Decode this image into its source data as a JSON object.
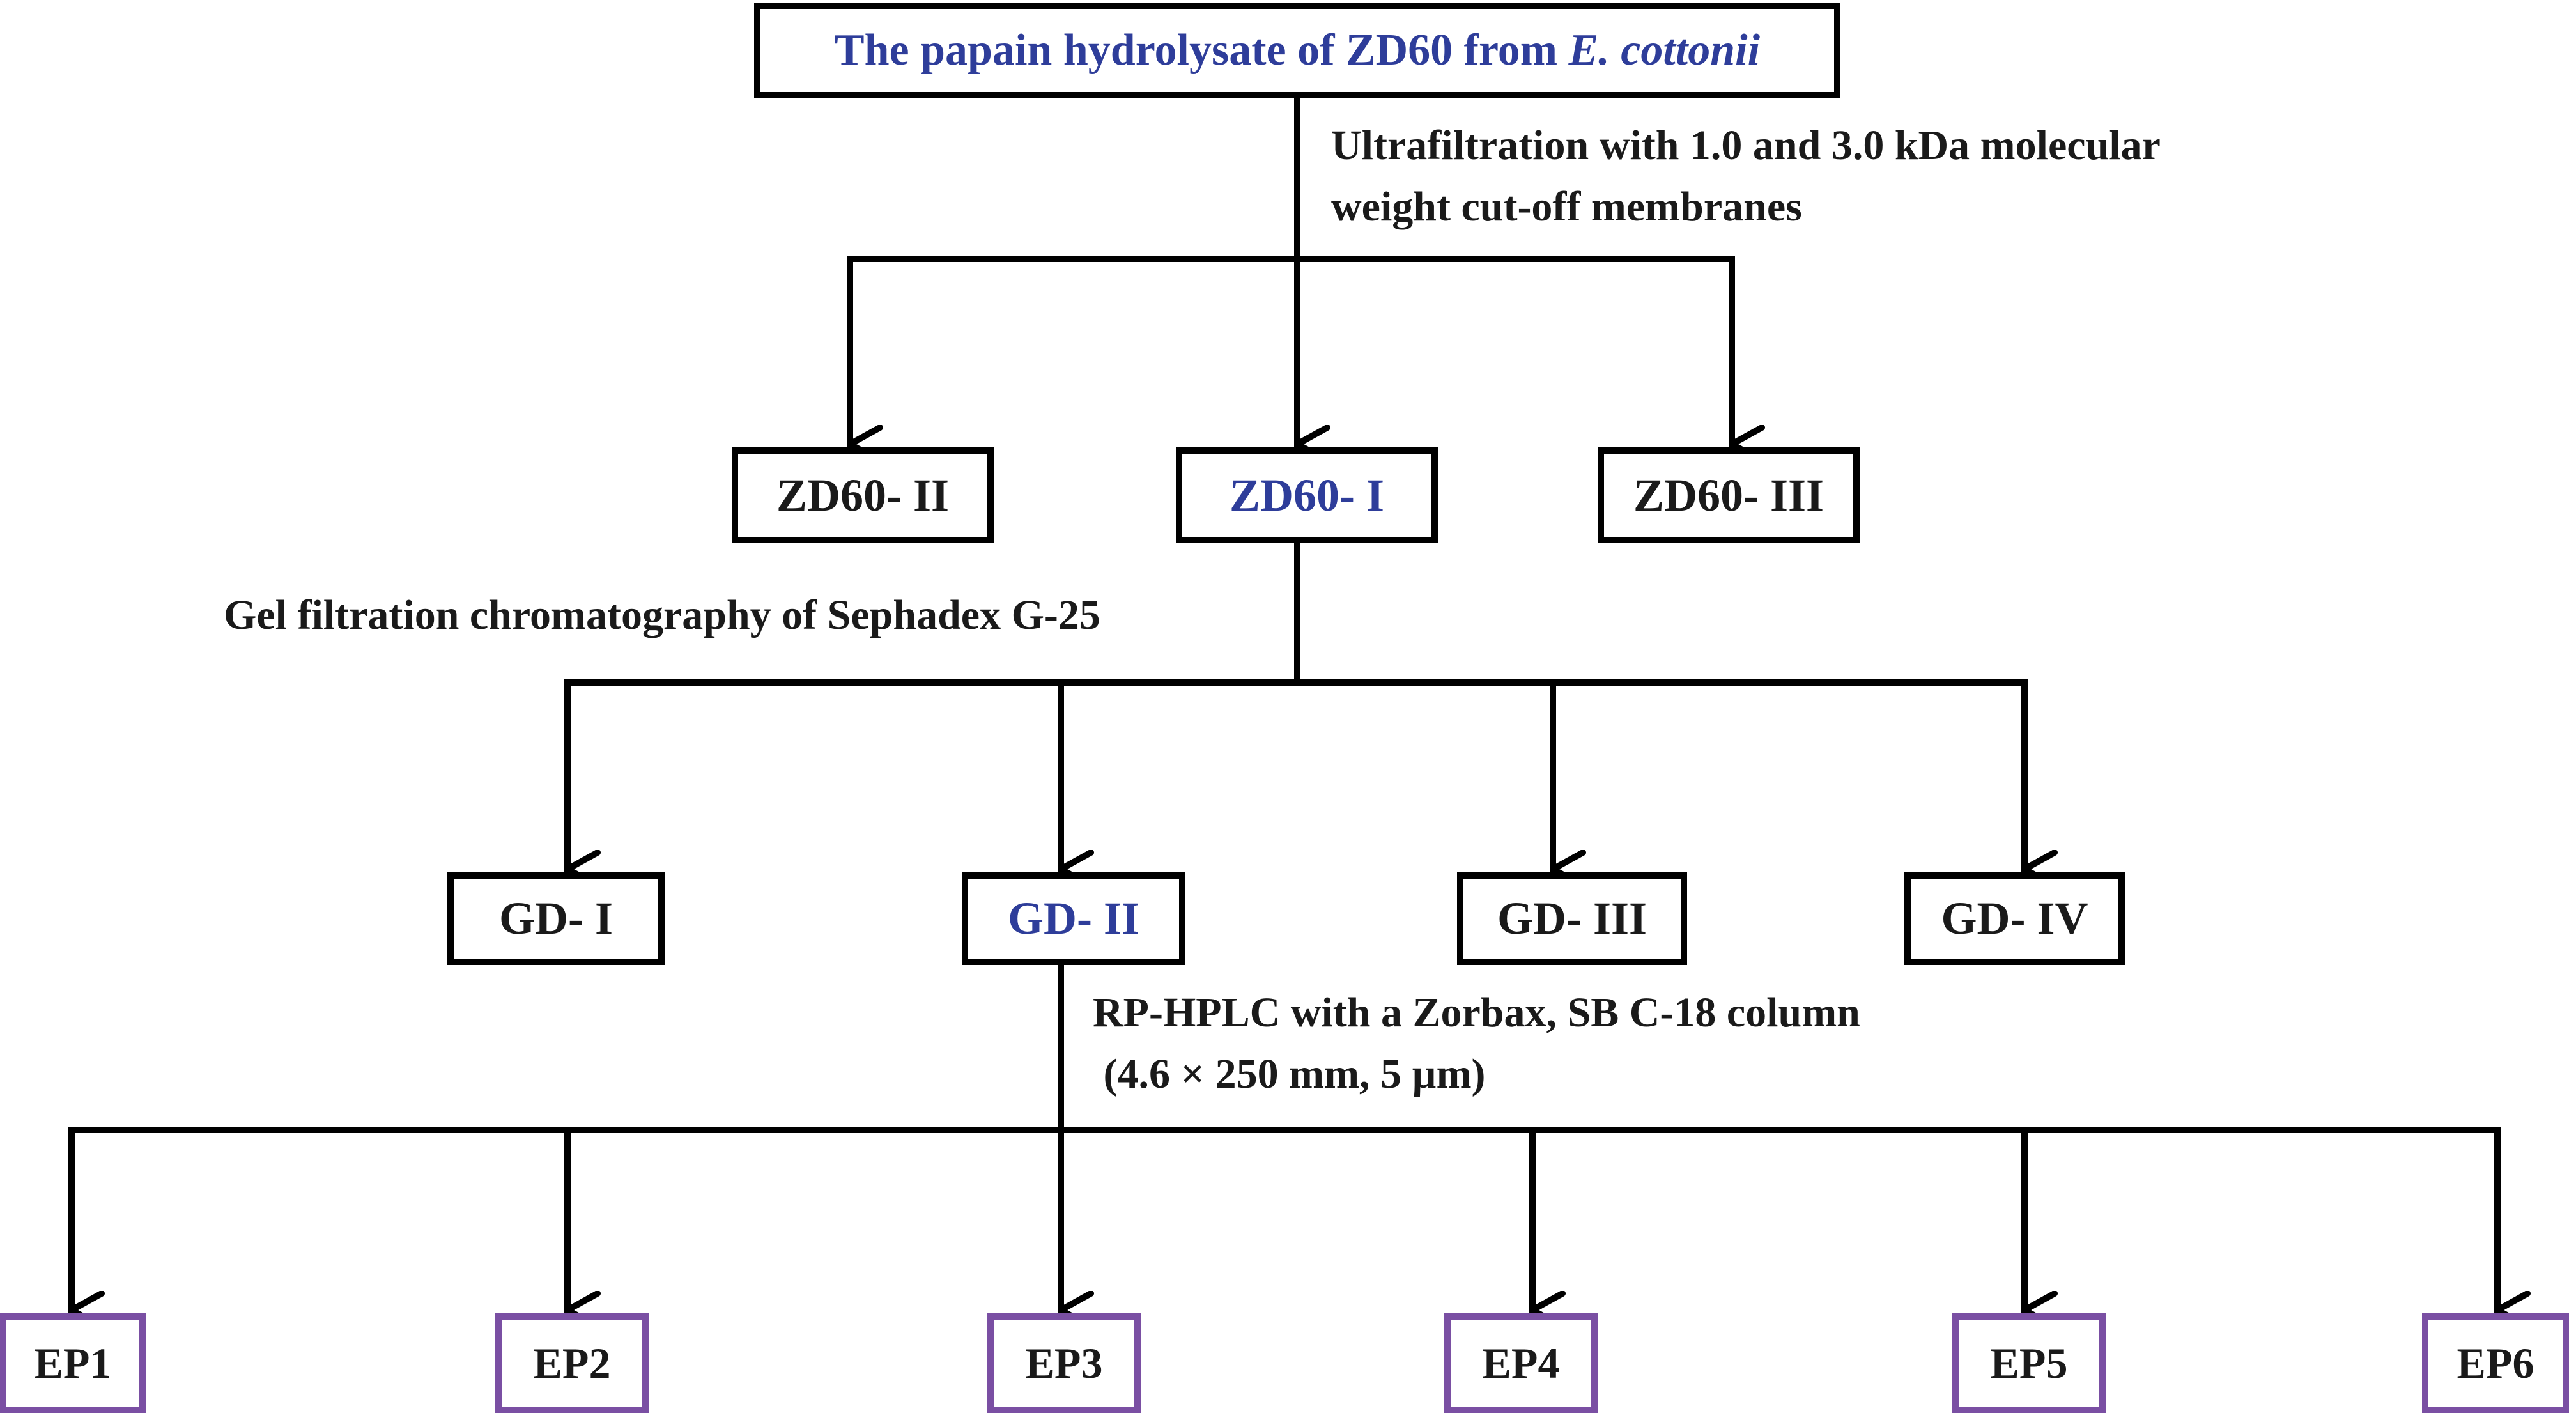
{
  "colors": {
    "line": "#000000",
    "highlight_text": "#2e3d9a",
    "text": "#1a1a1a",
    "ep_border": "#7a4fa3"
  },
  "root": {
    "label": "The papain hydrolysate of ZD60 from ",
    "species": "E. cottonii"
  },
  "steps": {
    "ultrafiltration": {
      "line1": "Ultrafiltration with 1.0 and 3.0 kDa molecular",
      "line2": "weight cut-off membranes"
    },
    "gel_filtration": {
      "line1": "Gel filtration chromatography of Sephadex G-25"
    },
    "rp_hplc": {
      "line1": "RP-HPLC with a Zorbax, SB C-18 column",
      "line2": " (4.6 × 250 mm, 5 µm)"
    }
  },
  "ultrafiltration_fractions": [
    {
      "label": "ZD60- II",
      "selected": false
    },
    {
      "label": "ZD60- I",
      "selected": true
    },
    {
      "label": "ZD60- III",
      "selected": false
    }
  ],
  "gel_fractions": [
    {
      "label": "GD- I",
      "selected": false
    },
    {
      "label": "GD- II",
      "selected": true
    },
    {
      "label": "GD- III",
      "selected": false
    },
    {
      "label": "GD- IV",
      "selected": false
    }
  ],
  "hplc_fractions": [
    {
      "label": "EP1"
    },
    {
      "label": "EP2"
    },
    {
      "label": "EP3"
    },
    {
      "label": "EP4"
    },
    {
      "label": "EP5"
    },
    {
      "label": "EP6"
    }
  ]
}
